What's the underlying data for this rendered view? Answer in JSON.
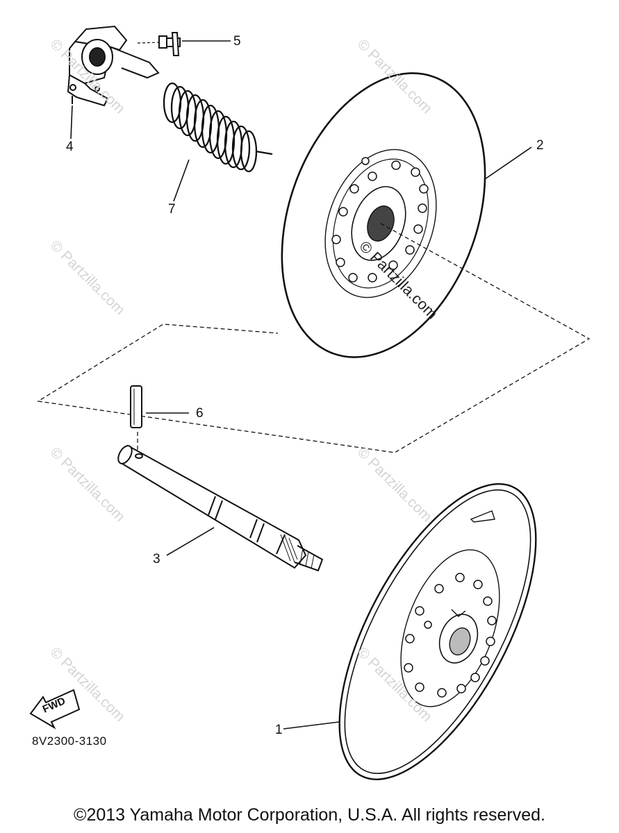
{
  "callouts": {
    "p1": "1",
    "p2": "2",
    "p3": "3",
    "p4": "4",
    "p5": "5",
    "p6": "6",
    "p7": "7"
  },
  "fwd_label": "FWD",
  "diagram_code": "8V2300-3130",
  "watermark": "© Partzilla.com",
  "copyright": "©2013 Yamaha Motor Corporation, U.S.A. All rights reserved.",
  "colors": {
    "line": "#111111",
    "watermark": "#d4d4d4"
  }
}
